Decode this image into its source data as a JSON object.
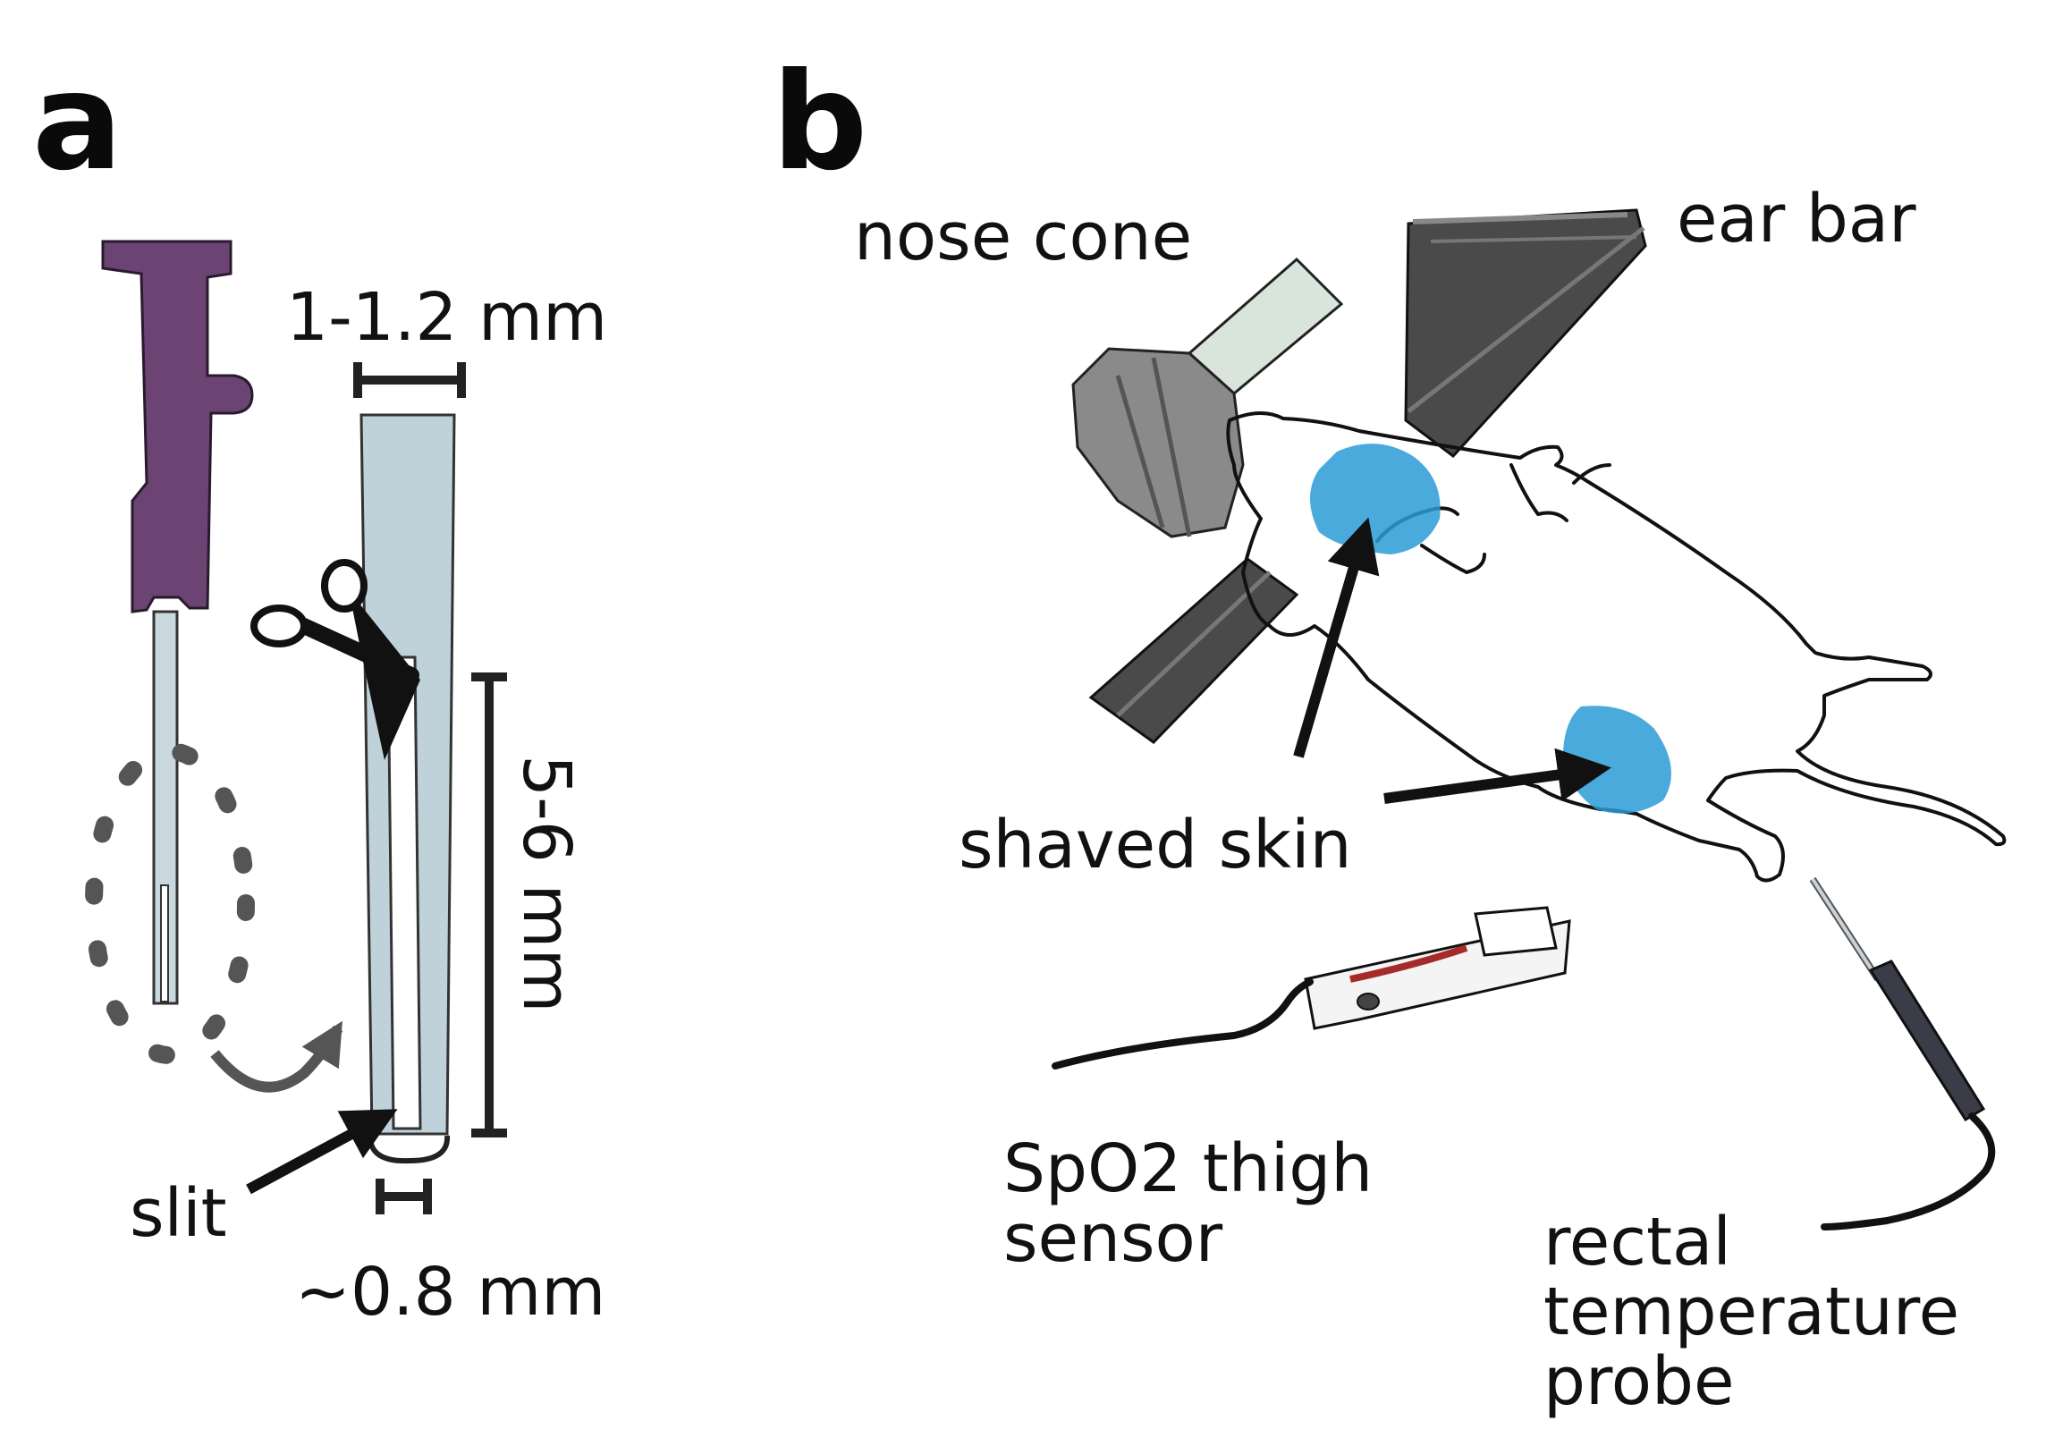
{
  "panels": {
    "a": {
      "letter": "a",
      "labels": {
        "width_top": "1-1.2 mm",
        "length": "5-6 mm",
        "slit": "slit",
        "width_bottom": "~0.8 mm"
      },
      "icons": [
        "needle-icon",
        "tube-icon",
        "scissors-icon",
        "arrow-icon"
      ]
    },
    "b": {
      "letter": "b",
      "labels": {
        "nose_cone": "nose cone",
        "ear_bar": "ear bar",
        "shaved_skin": "shaved skin",
        "spo2_line1": "SpO2 thigh",
        "spo2_line2": "sensor",
        "rectal_line1": "rectal",
        "rectal_line2": "temperature",
        "rectal_line3": "probe"
      },
      "icons": [
        "mouse-icon",
        "ear-bar-icon",
        "nose-cone-icon",
        "sensor-clip-icon",
        "temperature-probe-icon"
      ]
    }
  },
  "colors": {
    "needle_hub": "#6b4473",
    "tube": "#bfd2da",
    "shaved_skin": "#2a9bd6",
    "ear_bar": "#555555",
    "nose_cone_tube": "#d9e5da",
    "sensor_wire": "#a52a2a",
    "probe": "#3a3d48"
  }
}
